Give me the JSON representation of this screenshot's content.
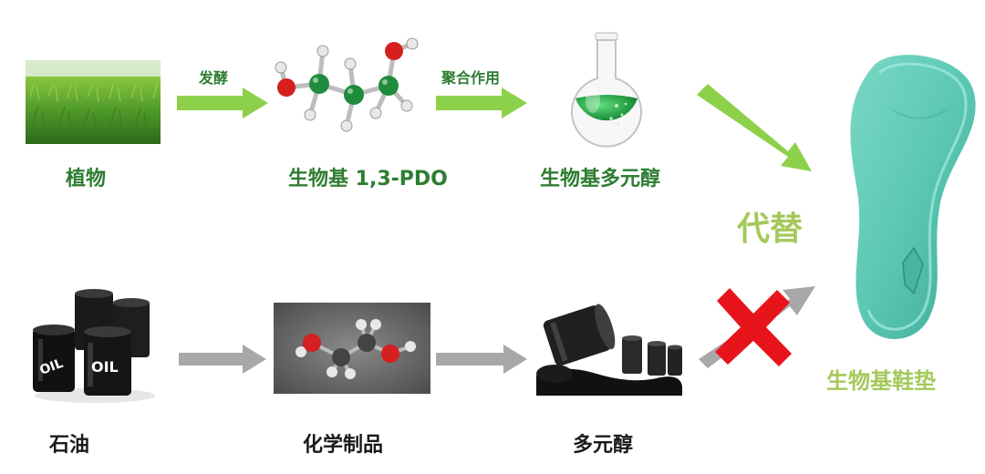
{
  "top_row": {
    "step1_label": "植物",
    "arrow1_label": "发酵",
    "step2_label": "生物基 1,3-PDO",
    "arrow2_label": "聚合作用",
    "step3_label": "生物基多元醇"
  },
  "bottom_row": {
    "step1_label": "石油",
    "step2_label": "化学制品",
    "step3_label": "多元醇"
  },
  "replace_label": "代替",
  "product_label": "生物基鞋垫",
  "colors": {
    "green_arrow": "#8dd14a",
    "gray_arrow": "#a8a8a8",
    "dark_green_text": "#2e7d32",
    "light_green_text": "#a4c95a",
    "red_x": "#e8141c",
    "insole": "#5cc8b4",
    "hydrogen": "#e6e6e6",
    "oxygen": "#d42020",
    "carbon_green": "#1e8c3c",
    "carbon_dark": "#555555"
  },
  "icons": {
    "plant": "crop-field-photo",
    "molecule_bio": "pdo-molecule-icon",
    "flask": "round-bottom-flask-icon",
    "oil": "oil-barrels-icon",
    "molecule_chem": "ethylene-glycol-molecule-icon",
    "polyol_barrels": "spilled-oil-barrels-icon",
    "red_x": "red-cross-icon",
    "insole": "shoe-insole-icon"
  }
}
